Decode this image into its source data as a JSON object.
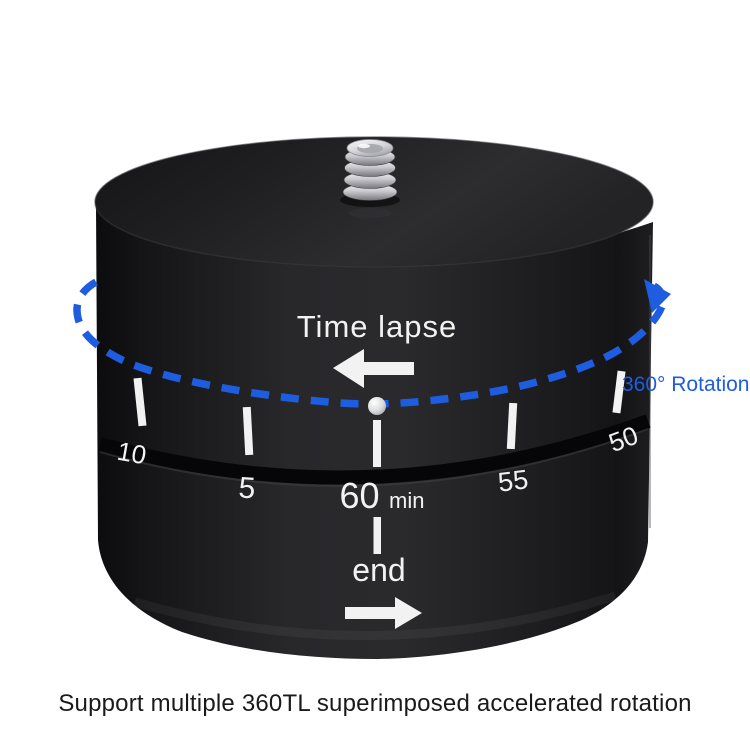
{
  "device": {
    "dial_label": "Time lapse",
    "rotation_label": "360° Rotation",
    "center_scale": {
      "value": "60",
      "unit": "min",
      "end_label": "end"
    },
    "scale_numbers": [
      {
        "label": "10"
      },
      {
        "label": "5"
      },
      {
        "label": "55"
      },
      {
        "label": "50"
      }
    ]
  },
  "caption": "Support multiple 360TL superimposed accelerated rotation",
  "colors": {
    "accent_blue": "#1e5de0",
    "marking_white": "#f2f2f3",
    "caption_text": "#1a1a1a",
    "background": "#ffffff"
  },
  "icons": {
    "left_arrow": "solid left-pointing arrow (rotation direction on dial)",
    "right_arrow": "solid right-pointing arrow (end direction)",
    "rotation_arrowhead": "arrowhead tip of dashed 360-degree rotation ellipse",
    "mount_screw": "1/4 inch metal tripod screw"
  }
}
